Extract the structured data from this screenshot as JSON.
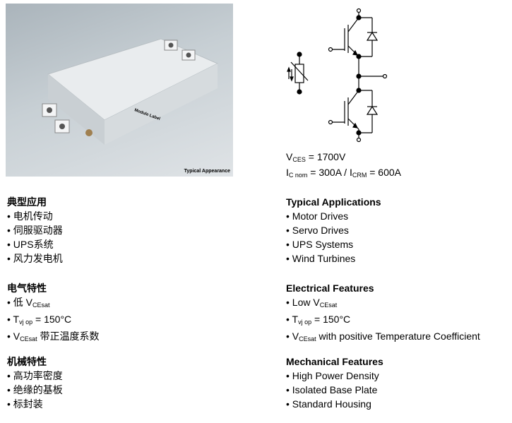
{
  "photo": {
    "module_label": "Module Label",
    "caption": "Typical Appearance"
  },
  "specs": {
    "vces_sym": "V",
    "vces_sub": "CES",
    "vces_val": " = 1700V",
    "ic_sym": "I",
    "ic_sub": "C nom",
    "ic_val": " = 300A / I",
    "icrm_sub": "CRM",
    "icrm_val": " = 600A"
  },
  "cn": {
    "apps": {
      "title": "典型应用",
      "items": [
        "电机传动",
        "伺服驱动器",
        "UPS系统",
        "风力发电机"
      ]
    },
    "elec": {
      "title": "电气特性",
      "i1_pre": "低  V",
      "i1_sub": "CEsat",
      "i2_pre": "T",
      "i2_sub": "vj op",
      "i2_post": " = 150°C",
      "i3_pre": "V",
      "i3_sub": "CEsat",
      "i3_post": "  带正温度系数"
    },
    "mech": {
      "title": "机械特性",
      "items": [
        "高功率密度",
        "绝缘的基板",
        "标封装"
      ]
    }
  },
  "en": {
    "apps": {
      "title": "Typical Applications",
      "items": [
        "Motor Drives",
        "Servo Drives",
        "UPS Systems",
        "Wind Turbines"
      ]
    },
    "elec": {
      "title": "Electrical Features",
      "i1_pre": "Low V",
      "i1_sub": "CEsat",
      "i2_pre": "T",
      "i2_sub": "vj op",
      "i2_post": " = 150°C",
      "i3_pre": "V",
      "i3_sub": "CEsat",
      "i3_post": "  with positive Temperature Coefficient"
    },
    "mech": {
      "title": "Mechanical Features",
      "items": [
        "High Power Density",
        "Isolated Base Plate",
        "Standard Housing"
      ]
    }
  }
}
